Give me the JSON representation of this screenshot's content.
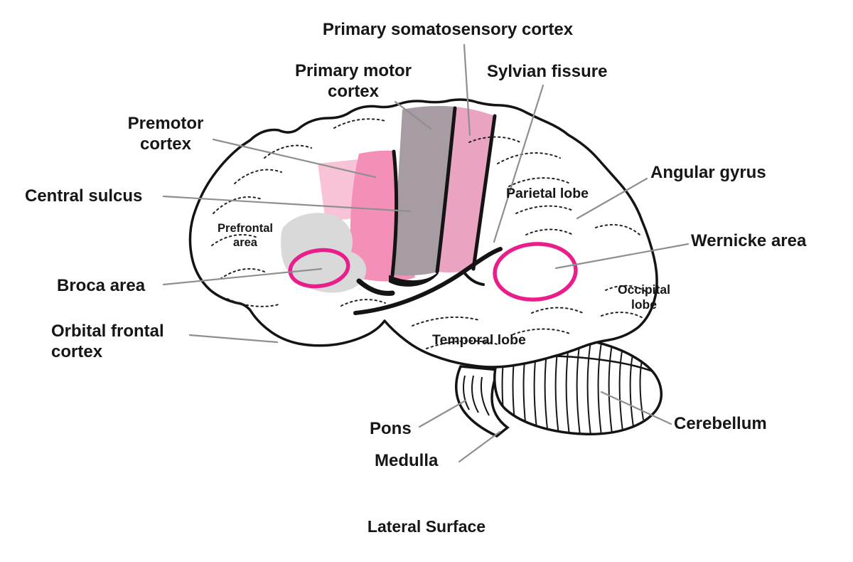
{
  "caption": "Lateral Surface",
  "labels": {
    "primary_somatosensory_cortex": "Primary somatosensory cortex",
    "primary_motor_cortex": "Primary motor\ncortex",
    "premotor_cortex": "Premotor\ncortex",
    "central_sulcus": "Central sulcus",
    "prefrontal_area": "Prefrontal\narea",
    "broca_area": "Broca area",
    "orbital_frontal_cortex": "Orbital frontal\ncortex",
    "sylvian_fissure": "Sylvian fissure",
    "angular_gyrus": "Angular gyrus",
    "parietal_lobe": "Parietal lobe",
    "wernicke_area": "Wernicke area",
    "occipital_lobe": "Occipital\nlobe",
    "temporal_lobe": "Temporal lobe",
    "pons": "Pons",
    "medulla": "Medulla",
    "cerebellum": "Cerebellum"
  },
  "colors": {
    "outline_black": "#141414",
    "leader_gray": "#8f8f8f",
    "premotor_light_pink": "#f8c3d7",
    "premotor_pink": "#f490b8",
    "motor_gray": "#a89ca4",
    "somatosensory_mauve": "#eaa4c1",
    "prefrontal_gray": "#d9d9d9",
    "highlight_magenta": "#ea1e8b"
  }
}
